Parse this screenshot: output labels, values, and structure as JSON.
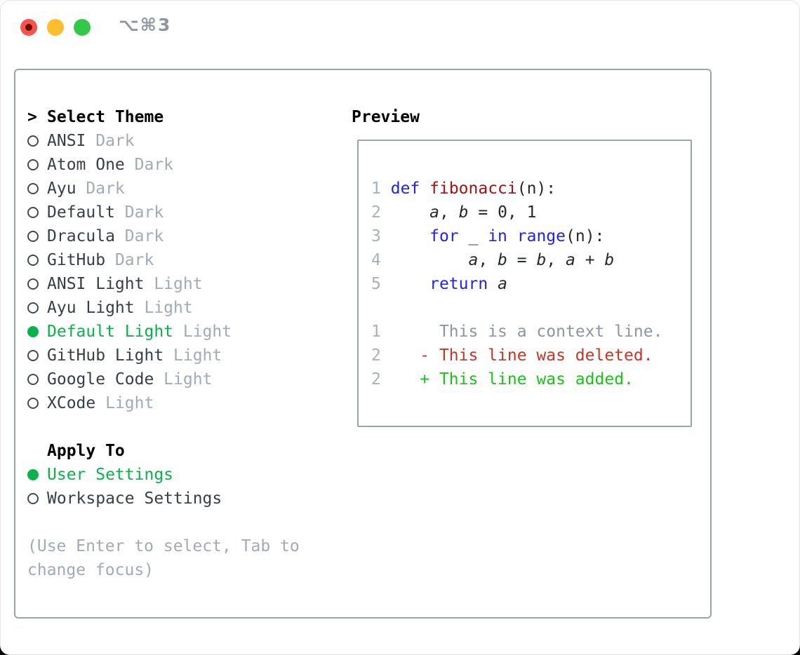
{
  "titlebar": {
    "shortcut": "⌥⌘3",
    "traffic_lights": [
      "close",
      "minimize",
      "zoom"
    ]
  },
  "theme_panel": {
    "prompt": ">",
    "title": "Select Theme",
    "items": [
      {
        "name": "ANSI",
        "variant": "Dark",
        "selected": false
      },
      {
        "name": "Atom One",
        "variant": "Dark",
        "selected": false
      },
      {
        "name": "Ayu",
        "variant": "Dark",
        "selected": false
      },
      {
        "name": "Default",
        "variant": "Dark",
        "selected": false
      },
      {
        "name": "Dracula",
        "variant": "Dark",
        "selected": false
      },
      {
        "name": "GitHub",
        "variant": "Dark",
        "selected": false
      },
      {
        "name": "ANSI Light",
        "variant": "Light",
        "selected": false
      },
      {
        "name": "Ayu Light",
        "variant": "Light",
        "selected": false
      },
      {
        "name": "Default Light",
        "variant": "Light",
        "selected": true
      },
      {
        "name": "GitHub Light",
        "variant": "Light",
        "selected": false
      },
      {
        "name": "Google Code",
        "variant": "Light",
        "selected": false
      },
      {
        "name": "XCode",
        "variant": "Light",
        "selected": false
      }
    ],
    "apply_to": {
      "title": "Apply To",
      "options": [
        {
          "label": "User Settings",
          "selected": true
        },
        {
          "label": "Workspace Settings",
          "selected": false
        }
      ]
    },
    "help_text": "(Use Enter to select, Tab to change focus)"
  },
  "preview": {
    "title": "Preview",
    "lines": [
      {
        "num": "1",
        "indent": 0,
        "tokens": [
          {
            "t": "def",
            "c": "kw"
          },
          {
            "t": " ",
            "c": "p"
          },
          {
            "t": "fibonacci",
            "c": "fn"
          },
          {
            "t": "(n):",
            "c": "p"
          }
        ]
      },
      {
        "num": "2",
        "indent": 4,
        "tokens": [
          {
            "t": "a",
            "c": "v"
          },
          {
            "t": ", ",
            "c": "p"
          },
          {
            "t": "b",
            "c": "v"
          },
          {
            "t": " = 0, 1",
            "c": "p"
          }
        ]
      },
      {
        "num": "3",
        "indent": 4,
        "tokens": [
          {
            "t": "for",
            "c": "kw"
          },
          {
            "t": " _ ",
            "c": "p"
          },
          {
            "t": "in",
            "c": "kw"
          },
          {
            "t": " ",
            "c": "p"
          },
          {
            "t": "range",
            "c": "kw"
          },
          {
            "t": "(n):",
            "c": "p"
          }
        ]
      },
      {
        "num": "4",
        "indent": 8,
        "tokens": [
          {
            "t": "a",
            "c": "v"
          },
          {
            "t": ", ",
            "c": "p"
          },
          {
            "t": "b",
            "c": "v"
          },
          {
            "t": " = ",
            "c": "p"
          },
          {
            "t": "b",
            "c": "v"
          },
          {
            "t": ", ",
            "c": "p"
          },
          {
            "t": "a",
            "c": "v"
          },
          {
            "t": " + ",
            "c": "p"
          },
          {
            "t": "b",
            "c": "v"
          }
        ]
      },
      {
        "num": "5",
        "indent": 4,
        "tokens": [
          {
            "t": "return",
            "c": "kw"
          },
          {
            "t": " ",
            "c": "p"
          },
          {
            "t": "a",
            "c": "v"
          }
        ]
      },
      {
        "num": "",
        "indent": 0,
        "tokens": []
      },
      {
        "num": "1",
        "indent": 5,
        "tokens": [
          {
            "t": "This is a context line.",
            "c": "ctx"
          }
        ]
      },
      {
        "num": "2",
        "indent": 3,
        "tokens": [
          {
            "t": "- This line was deleted.",
            "c": "del"
          }
        ]
      },
      {
        "num": "2",
        "indent": 3,
        "tokens": [
          {
            "t": "+ This line was added.",
            "c": "add"
          }
        ]
      }
    ]
  },
  "colors": {
    "selected_green": "#0bb14a",
    "keyword_blue": "#1f24e8",
    "function_red": "#a31212",
    "diff_red": "#c93522",
    "diff_green": "#16c516",
    "muted_gray": "#a2aab6",
    "border_gray": "#9aa2ae"
  }
}
